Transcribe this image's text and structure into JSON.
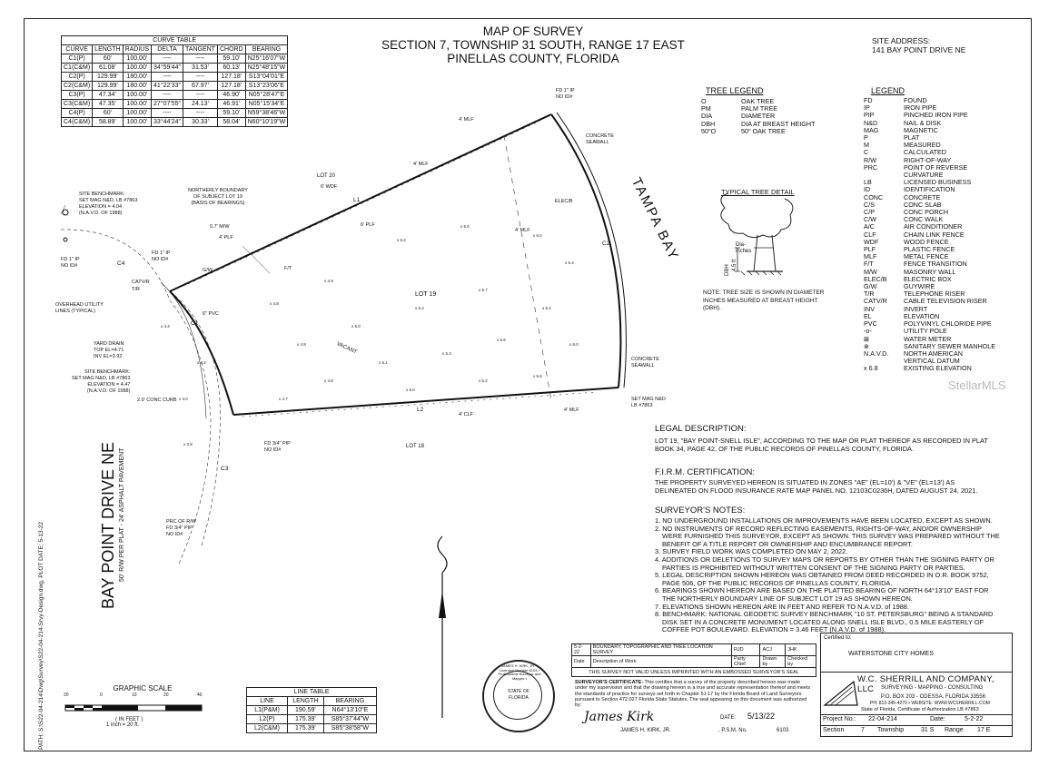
{
  "title": {
    "line1": "MAP OF SURVEY",
    "line2": "SECTION 7, TOWNSHIP 31 SOUTH, RANGE 17 EAST",
    "line3": "PINELLAS COUNTY, FLORIDA"
  },
  "site_address": {
    "label": "SITE ADDRESS:",
    "value": "141 BAY POINT DRIVE NE"
  },
  "curve_table": {
    "title": "CURVE TABLE",
    "headers": [
      "CURVE",
      "LENGTH",
      "RADIUS",
      "DELTA",
      "TANGENT",
      "CHORD",
      "BEARING"
    ],
    "rows": [
      [
        "C1(P)",
        "60'",
        "100.00'",
        "----",
        "----",
        "59.10'",
        "N25°16'07\"W"
      ],
      [
        "C1(C&M)",
        "61.08'",
        "100.00'",
        "34°59'44\"",
        "31.53'",
        "60.13'",
        "N25°48'15\"W"
      ],
      [
        "C2(P)",
        "129.99'",
        "180.00'",
        "----",
        "----",
        "127.18'",
        "S13°04'01\"E"
      ],
      [
        "C2(C&M)",
        "129.99'",
        "180.00'",
        "41°22'33\"",
        "67.97'",
        "127.18'",
        "S13°23'06\"E"
      ],
      [
        "C3(P)",
        "47.34'",
        "100.00'",
        "----",
        "----",
        "46.90'",
        "N05°28'47\"E"
      ],
      [
        "C3(C&M)",
        "47.35'",
        "100.00'",
        "27°07'55\"",
        "24.13'",
        "46.91'",
        "N05°15'34\"E"
      ],
      [
        "C4(P)",
        "60'",
        "100.00'",
        "----",
        "----",
        "59.10'",
        "N59°38'46\"W"
      ],
      [
        "C4(C&M)",
        "58.89'",
        "100.00'",
        "33°44'24\"",
        "30.33'",
        "58.04'",
        "N60°10'19\"W"
      ]
    ]
  },
  "tree_legend": {
    "title": "TREE LEGEND",
    "items": [
      [
        "O",
        "OAK TREE"
      ],
      [
        "PM",
        "PALM TREE"
      ],
      [
        "DIA",
        "DIAMETER"
      ],
      [
        "DBH",
        "DIA AT BREAST HEIGHT"
      ],
      [
        "50\"O",
        "50\" OAK TREE"
      ]
    ]
  },
  "typical_tree": {
    "title": "TYPICAL TREE DETAIL",
    "dia": "Dia-\ninches",
    "dbh": "DBH",
    "height": "4.5 ft",
    "note": "NOTE: TREE SIZE IS SHOWN IN DIAMETER INCHES MEASURED AT BREAST HEIGHT (DBH)."
  },
  "legend": {
    "title": "LEGEND",
    "items": [
      [
        "FD",
        "FOUND"
      ],
      [
        "IP",
        "IRON PIPE"
      ],
      [
        "PIP",
        "PINCHED IRON PIPE"
      ],
      [
        "N&D",
        "NAIL & DISK"
      ],
      [
        "MAG",
        "MAGNETIC"
      ],
      [
        "P",
        "PLAT"
      ],
      [
        "M",
        "MEASURED"
      ],
      [
        "C",
        "CALCULATED"
      ],
      [
        "R/W",
        "RIGHT-OF-WAY"
      ],
      [
        "PRC",
        "POINT OF REVERSE"
      ],
      [
        "",
        "CURVATURE"
      ],
      [
        "LB",
        "LICENSED BUSINESS"
      ],
      [
        "ID",
        "IDENTIFICATION"
      ],
      [
        "CONC",
        "CONCRETE"
      ],
      [
        "C/S",
        "CONC SLAB"
      ],
      [
        "C/P",
        "CONC PORCH"
      ],
      [
        "C/W",
        "CONC WALK"
      ],
      [
        "A/C",
        "AIR CONDITIONER"
      ],
      [
        "CLF",
        "CHAIN LINK FENCE"
      ],
      [
        "WDF",
        "WOOD FENCE"
      ],
      [
        "PLF",
        "PLASTIC FENCE"
      ],
      [
        "MLF",
        "METAL FENCE"
      ],
      [
        "F/T",
        "FENCE TRANSITION"
      ],
      [
        "M/W",
        "MASONRY WALL"
      ],
      [
        "ELEC/B",
        "ELECTRIC BOX"
      ],
      [
        "G/W",
        "GUYWIRE"
      ],
      [
        "T/R",
        "TELEPHONE RISER"
      ],
      [
        "CATV/R",
        "CABLE TELEVISION RISER"
      ],
      [
        "INV",
        "INVERT"
      ],
      [
        "EL",
        "ELEVATION"
      ],
      [
        "PVC",
        "POLYVINYL CHLORIDE PIPE"
      ],
      [
        "-o-",
        "UTILITY POLE"
      ],
      [
        "⊠",
        "WATER METER"
      ],
      [
        "⊗",
        "SANITARY SEWER MANHOLE"
      ],
      [
        "N.A.V.D.",
        "NORTH AMERICAN"
      ],
      [
        "",
        "VERTICAL DATUM"
      ],
      [
        "x 6.8",
        "EXISTING ELEVATION"
      ]
    ]
  },
  "legal": {
    "title": "LEGAL DESCRIPTION:",
    "text": "LOT 19, \"BAY POINT-SNELL ISLE\", ACCORDING TO THE MAP OR PLAT THEREOF AS RECORDED IN PLAT BOOK 34, PAGE 42, OF THE PUBLIC RECORDS OF PINELLAS COUNTY, FLORIDA."
  },
  "firm": {
    "title": "F.I.R.M. CERTIFICATION:",
    "text": "THE PROPERTY SURVEYED HEREON IS SITUATED IN ZONES \"AE\" (EL=10') & \"VE\" (EL=13') AS DELINEATED ON FLOOD INSURANCE RATE MAP PANEL NO. 12103C0236H, DATED AUGUST 24, 2021."
  },
  "notes": {
    "title": "SURVEYOR'S NOTES:",
    "items": [
      "1. NO UNDERGROUND INSTALLATIONS OR IMPROVEMENTS HAVE BEEN LOCATED, EXCEPT AS SHOWN.",
      "2. NO INSTRUMENTS OF RECORD REFLECTING EASEMENTS, RIGHTS-OF-WAY, AND/OR OWNERSHIP WERE FURNISHED THIS SURVEYOR, EXCEPT AS SHOWN. THIS SURVEY WAS PREPARED WITHOUT THE BENEFIT OF A TITLE REPORT OR OWNERSHIP AND ENCUMBRANCE REPORT.",
      "3. SURVEY FIELD WORK WAS COMPLETED ON MAY 2, 2022.",
      "4. ADDITIONS OR DELETIONS TO SURVEY MAPS OR REPORTS BY OTHER THAN THE SIGNING PARTY OR PARTIES IS PROHIBITED WITHOUT WRITTEN CONSENT OF THE SIGNING PARTY OR PARTIES.",
      "5. LEGAL DESCRIPTION SHOWN HEREON WAS OBTAINED FROM DEED RECORDED IN O.R. BOOK 9752, PAGE 506, OF THE PUBLIC RECORDS OF PINELLAS COUNTY, FLORIDA.",
      "6. BEARINGS SHOWN HEREON ARE BASED ON THE PLATTED BEARING OF NORTH 64°13'10\" EAST FOR THE NORTHERLY BOUNDARY LINE OF SUBJECT LOT 19 AS SHOWN HEREON.",
      "7. ELEVATIONS SHOWN HEREON ARE IN FEET AND REFER TO N.A.V.D. of 1988.",
      "8. BENCHMARK: NATIONAL GEODETIC SURVEY BENCHMARK \"10 ST. PETERSBURG\" BEING A STANDARD DISK SET IN A CONCRETE MONUMENT LOCATED ALONG SNELL ISLE BLVD., 0.5 MILE EASTERLY OF COFFEE POT BOULEVARD. ELEVATION = 3.46 FEET (N.A.V.D. of 1988)."
    ]
  },
  "line_table": {
    "title": "LINE TABLE",
    "headers": [
      "LINE",
      "LENGTH",
      "BEARING"
    ],
    "rows": [
      [
        "L1(P&M)",
        "190.59'",
        "N64°13'10\"E"
      ],
      [
        "L2(P)",
        "175.39'",
        "S85°37'44\"W"
      ],
      [
        "L2(C&M)",
        "175.39'",
        "S85°38'58\"W"
      ]
    ]
  },
  "graphic_scale": {
    "title": "GRAPHIC SCALE",
    "ticks": [
      "20",
      "0",
      "10",
      "20",
      "40"
    ],
    "unit": "( IN FEET )",
    "ratio": "1 inch = 20 ft."
  },
  "title_block": {
    "rev_date": "5-2-22",
    "rev_desc": "BOUNDARY, TOPOGRAPHIC AND TREE LOCATION SURVEY",
    "rev_pc": "RJD",
    "rev_drawn": "ACJ",
    "rev_checked": "JHK",
    "col_date": "Date",
    "col_desc": "Description of Work",
    "col_pc": "Party Chief",
    "col_drawn": "Drawn by",
    "col_checked": "Checked by",
    "seal_note": "THIS SURVEY NOT VALID UNLESS IMPRINTED WITH AN EMBOSSED SURVEYOR'S SEAL",
    "certified_label": "Certified to:",
    "certified_to": "WATERSTONE CITY HOMES",
    "cert_title": "SURVEYOR'S CERTIFICATE:",
    "cert_text": "This certifies that a survey of the property described hereon was made under my supervision and that the drawing hereon is a true and accurate representation thereof and meets the standards of practice for surveys set forth in Chapter 5J-17 by the Florida Board of Land Surveyors pursuant to Section 472.027 Florida State Statutes. The seal appearing on this document was authorized by:",
    "signature": "James Kirk",
    "date_label": "DATE:",
    "date_value": "5/13/22",
    "surveyor_name": "JAMES H. KIRK, JR.",
    "psm_label": ", P.S.M. No.",
    "psm_value": "6103",
    "company": "W.C. SHERRILL AND COMPANY, LLC",
    "services": "SURVEYING - MAPPING - CONSULTING",
    "address": "P.O. BOX 203 - ODESSA, FLORIDA 33556",
    "phone": "PH: 813-345-4270 • WEBSITE: WWW.WCSHERRILL.COM",
    "license": "State of Florida, Certificate of Authorization LB #7863",
    "project_label": "Project No.:",
    "project_value": "22-04-214",
    "date2_label": "Date:",
    "date2_value": "5-2-22",
    "section_label": "Section",
    "section_value": "7",
    "township_label": "Township",
    "township_value": "31 S",
    "range_label": "Range",
    "range_value": "17 E"
  },
  "seal": {
    "ring": "JAMES H. KIRK, JR. • Licensee Number 6103 • Professional Surveyor and Mapper •",
    "center1": "STATE OF",
    "center2": "FLORIDA"
  },
  "plot_path": "PATH: S:\\S22-04-214\\Dwg\\Survey\\S22-04-214-Srvy-Design.dwg, PLOT DATE: 5-13-22",
  "watermark": "StellarMLS",
  "map_labels": {
    "street": "BAY POINT DRIVE NE",
    "street_sub": "50' R/W PER PLAT - 24' ASPHALT PAVEMENT",
    "bay": "TAMPA BAY",
    "lot19": "LOT 19",
    "lot20": "LOT 20",
    "lot18": "LOT 18",
    "vacant": "VACANT",
    "northerly": "NORTHERLY BOUNDARY\nOF SUBJECT LOT 19\n(BASIS OF BEARINGS)",
    "bench1": "SITE BENCHMARK:\nSET MAG N&D, LB #7863\nELEVATION = 4.04\n(N.A.V.D. OF 1988)",
    "bench2": "SITE BENCHMARK:\nSET MAG N&D, LB #7863\nELEVATION = 4.47\n(N.A.V.D. OF 1988)",
    "yard_drain": "YARD DRAIN\nTOP EL=4.71\nINV EL=3.92",
    "overhead": "OVERHEAD UTILITY\nLINES (TYPICAL)",
    "fd1_left": "FD 1\" IP\nNO ID#",
    "fd1_mid": "FD 1\" IP\nNO ID#",
    "fd1_top": "FD 1\" IP\nNO ID#",
    "fd34_pip": "FD 3/4\" PIP\nNO ID#",
    "prc": "PRC OF R/W\nFD 3/4\" PIP\nNO ID#",
    "set_mag": "SET MAG N&D\nLB #7863",
    "seawall1": "CONCRETE\nSEAWALL",
    "seawall2": "CONCRETE\nSEAWALL",
    "conc_curb": "2.0' CONC CURB",
    "catv": "CATV/R",
    "tr": "T/R",
    "gw": "G/W",
    "pvc": "6\" PVC",
    "mw": "0.7' M/W",
    "plf4": "4' PLF",
    "plf6": "6' PLF",
    "wdf6": "6' WDF",
    "mlf4a": "4' MLF",
    "mlf4b": "4' MLF",
    "mlf4c": "4' MLF",
    "mlf4d": "4' MLF",
    "ft": "F/T",
    "clf4": "4' CLF",
    "elecb": "ELEC/B",
    "l1": "L1",
    "l2": "L2",
    "c1": "C1",
    "c2": "C2",
    "c3": "C3",
    "c4": "C4"
  }
}
